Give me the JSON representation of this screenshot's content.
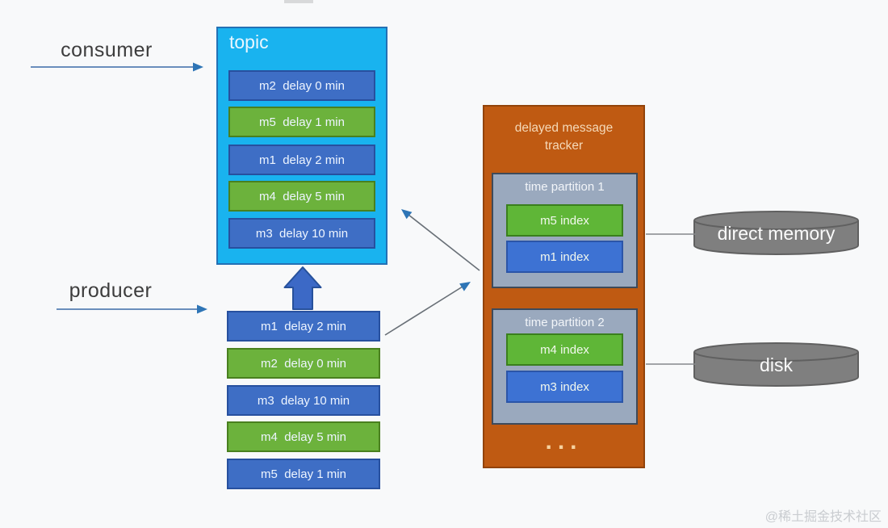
{
  "page": {
    "watermark": "@稀土掘金技术社区"
  },
  "consumer": {
    "label": "consumer"
  },
  "producer": {
    "label": "producer"
  },
  "topic": {
    "title": "topic",
    "messages": [
      {
        "text": "m2  delay 0 min",
        "color": "blue"
      },
      {
        "text": "m5  delay 1 min",
        "color": "green"
      },
      {
        "text": "m1  delay 2 min",
        "color": "blue"
      },
      {
        "text": "m4  delay 5 min",
        "color": "green"
      },
      {
        "text": "m3  delay 10 min",
        "color": "blue"
      }
    ]
  },
  "producer_queue": {
    "messages": [
      {
        "text": "m1  delay 2 min",
        "color": "blue"
      },
      {
        "text": "m2  delay 0 min",
        "color": "green"
      },
      {
        "text": "m3  delay 10 min",
        "color": "blue"
      },
      {
        "text": "m4  delay 5 min",
        "color": "green"
      },
      {
        "text": "m5  delay 1 min",
        "color": "blue"
      }
    ]
  },
  "tracker": {
    "title": "delayed message tracker",
    "ellipsis": "...",
    "partitions": [
      {
        "title": "time partition 1",
        "entries": [
          {
            "text": "m5 index",
            "color": "green"
          },
          {
            "text": "m1 index",
            "color": "blue"
          }
        ]
      },
      {
        "title": "time partition 2",
        "entries": [
          {
            "text": "m4 index",
            "color": "green"
          },
          {
            "text": "m3 index",
            "color": "blue"
          }
        ]
      }
    ]
  },
  "storages": [
    {
      "label": "direct memory"
    },
    {
      "label": "disk"
    }
  ],
  "colors": {
    "topic_fill": "#19b3ef",
    "topic_border": "#2471b5",
    "message_blue": "#3e6ec5",
    "message_green": "#6cb23c",
    "index_blue": "#3d72d3",
    "index_green": "#5fb637",
    "tracker_fill": "#bf5a12",
    "tracker_text": "#f5d9b8",
    "partition_fill": "#9aa9be",
    "partition_border": "#3e4a5a",
    "storage_fill": "#7f7f7f",
    "arrow_blue": "#2e75b6",
    "line_gray": "#697077"
  }
}
